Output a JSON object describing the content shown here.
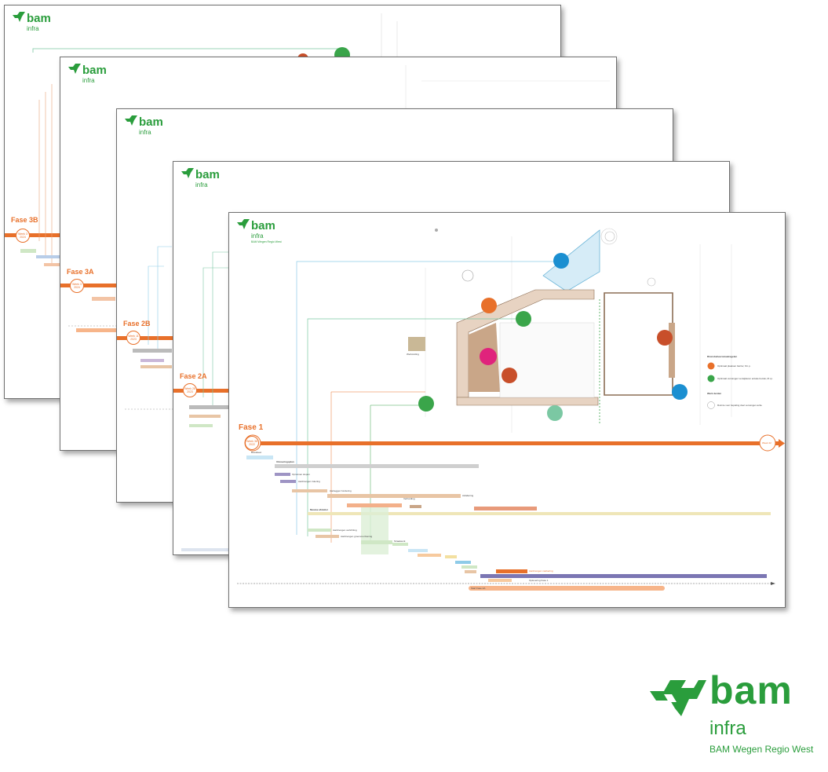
{
  "brand": {
    "wordmark": "bam",
    "division": "infra",
    "region": "BAM Wegen Regio West",
    "green": "#2a9d3c",
    "orange": "#e8702a"
  },
  "sheets": [
    {
      "phase": "Fase 3B",
      "week_label": "Week 3",
      "year": "2024"
    },
    {
      "phase": "Fase 3A",
      "week_label": "Week 3",
      "year": "2024"
    },
    {
      "phase": "Fase 2B",
      "week_label": "Week 11",
      "year": "2023"
    },
    {
      "phase": "Fase 2A",
      "week_label": "Week 28",
      "year": "2023"
    },
    {
      "phase": "Fase 1",
      "week_label": "Week 36",
      "year": "2022"
    }
  ],
  "front": {
    "end_week": "Week 22",
    "bar_phase_end": "Start Fase 2A",
    "legend_title": "Risicobeheersmaatregelen",
    "legend_items": [
      "Optimaal plaatsen barrier, M.i.p.",
      "Optimaal vervangen verwijderen enkele betrek, M.i.p.",
      "Werk derden",
      "Ruimte voor bepaling doel vervangen actie"
    ],
    "werkvoering": "Werkzetting",
    "task_labels": [
      "Bouwkeet",
      "Uitvoeringsplan",
      "Opruimen slopen",
      "Aanbrengen riolering",
      "Aanleggen fundering",
      "Asfaltering",
      "Nieuwe afsluiter",
      "Verharding",
      "Aanbrengen verlichting",
      "Aanbrengen groenvoorziening",
      "Straatwerk",
      "Aanbrengen markering",
      "Oplevering Fase 1"
    ]
  }
}
